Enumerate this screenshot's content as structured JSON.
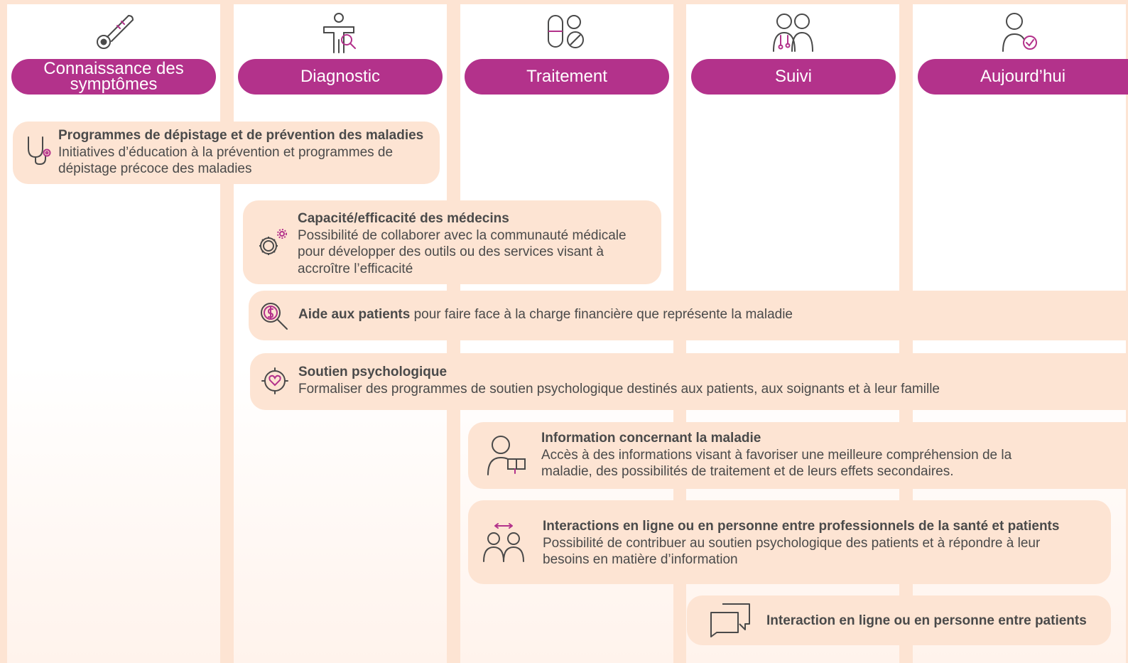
{
  "stages": [
    {
      "label_line1": "Connaissance des",
      "label_line2": "symptômes",
      "icon": "thermometer-icon"
    },
    {
      "label": "Diagnostic",
      "icon": "person-search-icon"
    },
    {
      "label": "Traitement",
      "icon": "pills-icon"
    },
    {
      "label": "Suivi",
      "icon": "patient-doctor-icon"
    },
    {
      "label": "Aujourd’hui",
      "icon": "person-check-icon"
    }
  ],
  "initiatives": [
    {
      "icon": "stethoscope-icon",
      "title": "Programmes de dépistage et de prévention des maladies",
      "line1": "Initiatives d’éducation à la prévention et programmes de",
      "line2": "dépistage précoce des maladies"
    },
    {
      "icon": "gears-icon",
      "title": "Capacité/efficacité des médecins",
      "line1": "Possibilité de collaborer avec la communauté médicale",
      "line2": "pour développer des outils ou des services visant à",
      "line3": "accroître l’efficacité"
    },
    {
      "icon": "money-search-icon",
      "title": "Aide aux patients",
      "text": " pour faire face à la charge financière que représente la maladie"
    },
    {
      "icon": "heart-target-icon",
      "title": "Soutien psychologique",
      "line1": "Formaliser des programmes de soutien psychologique destinés aux patients, aux soignants et à leur famille"
    },
    {
      "icon": "person-book-icon",
      "title": "Information concernant la maladie",
      "line1": "Accès à des informations visant à favoriser une meilleure compréhension de la",
      "line2": "maladie, des possibilités de traitement et de leurs effets secondaires."
    },
    {
      "icon": "two-people-exchange-icon",
      "title": "Interactions en ligne ou en personne entre professionnels de la santé et patients",
      "line1": "Possibilité de contribuer au soutien psychologique des patients et à répondre à leur",
      "line2": "besoins en matière d’information"
    },
    {
      "icon": "chat-bubbles-icon",
      "title": "Interaction en ligne ou en personne entre patients"
    }
  ],
  "colors": {
    "accent": "#b3328b",
    "card": "#fde4d3",
    "background": "#fde4d3",
    "text": "#4a4a4a"
  }
}
